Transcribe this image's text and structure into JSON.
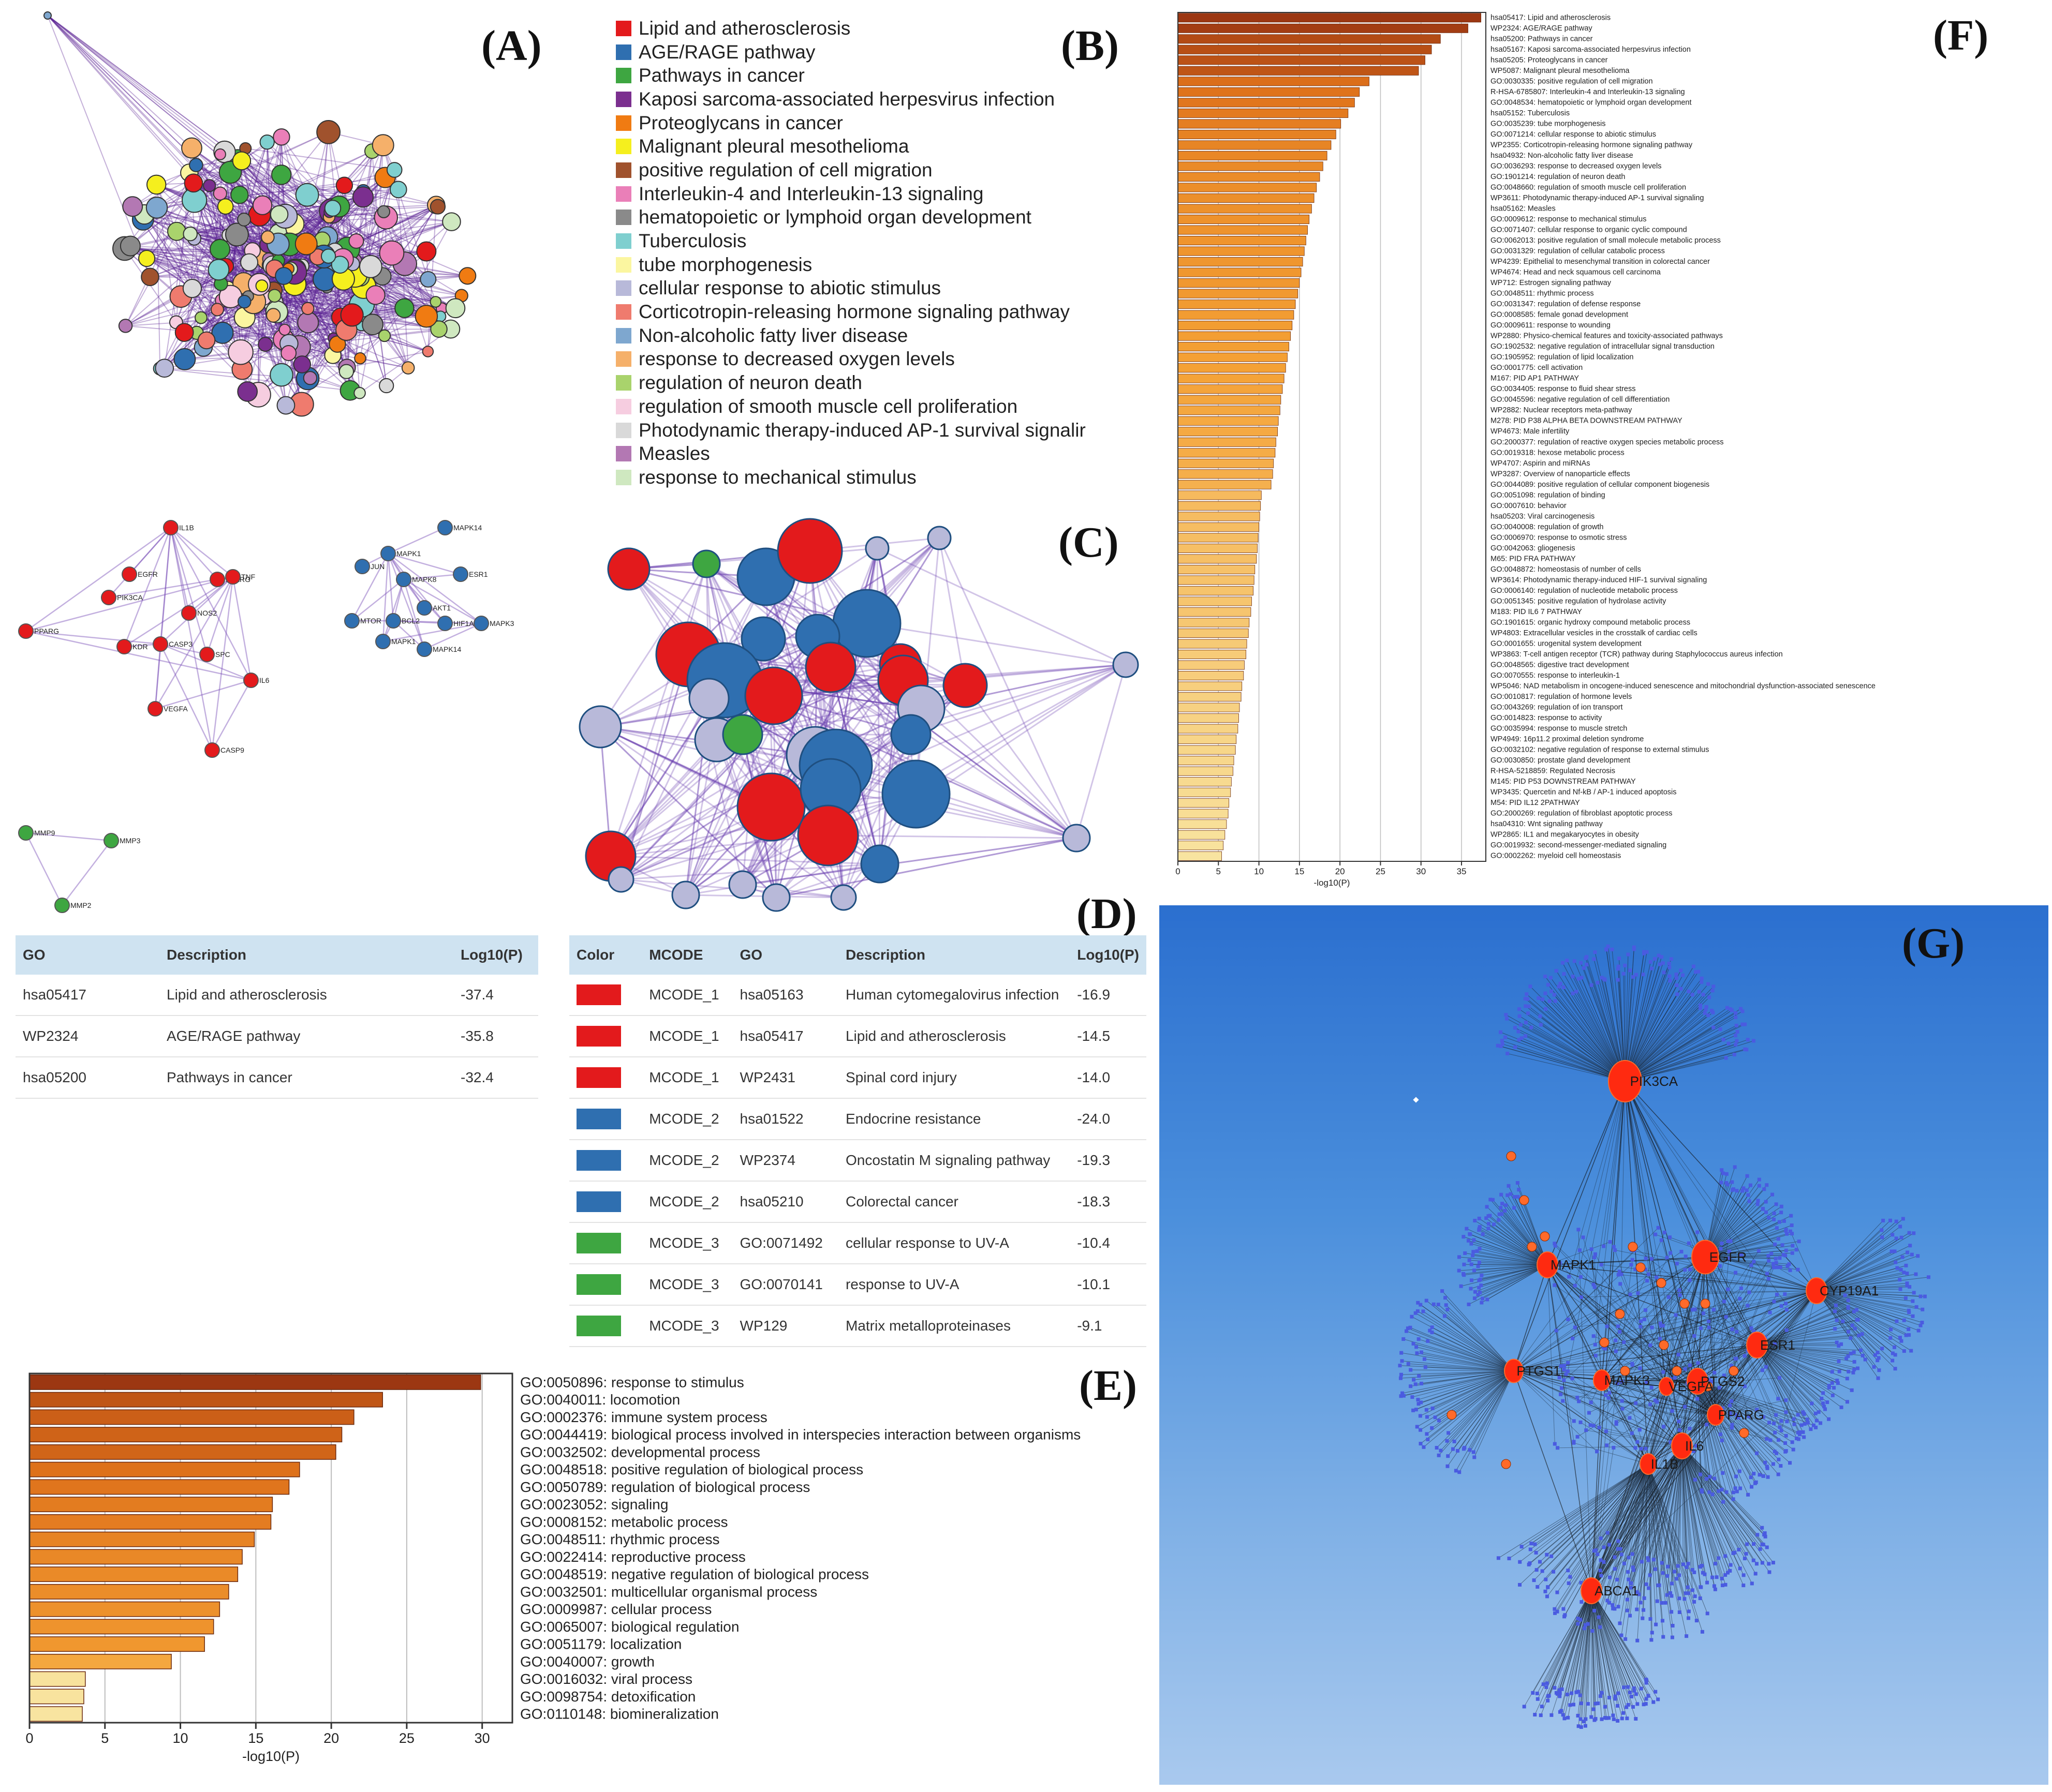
{
  "panels": {
    "A": "(A)",
    "B": "(B)",
    "C": "(C)",
    "D": "(D)",
    "E": "(E)",
    "F": "(F)",
    "G": "(G)"
  },
  "legend_b": [
    {
      "label": "Lipid and atherosclerosis",
      "color": "#e31a1c"
    },
    {
      "label": "AGE/RAGE pathway",
      "color": "#2f6fb0"
    },
    {
      "label": "Pathways in cancer",
      "color": "#3ea641"
    },
    {
      "label": "Kaposi sarcoma-associated herpesvirus infection",
      "color": "#7b2f8f"
    },
    {
      "label": "Proteoglycans in cancer",
      "color": "#f07b12"
    },
    {
      "label": "Malignant pleural mesothelioma",
      "color": "#f5ef1e"
    },
    {
      "label": "positive regulation of cell migration",
      "color": "#a0522d"
    },
    {
      "label": "Interleukin-4 and Interleukin-13 signaling",
      "color": "#ea7fb8"
    },
    {
      "label": "hematopoietic or lymphoid organ development",
      "color": "#8a8a8a"
    },
    {
      "label": "Tuberculosis",
      "color": "#7fcfcf"
    },
    {
      "label": "tube morphogenesis",
      "color": "#fbf6a0"
    },
    {
      "label": "cellular response to abiotic stimulus",
      "color": "#b8b9d9"
    },
    {
      "label": "Corticotropin-releasing hormone signaling pathway",
      "color": "#ef7b6e"
    },
    {
      "label": "Non-alcoholic fatty liver disease",
      "color": "#7ea7cf"
    },
    {
      "label": "response to decreased oxygen levels",
      "color": "#f5b06a"
    },
    {
      "label": "regulation of neuron death",
      "color": "#a9d36c"
    },
    {
      "label": "regulation of smooth muscle cell proliferation",
      "color": "#f6cde0"
    },
    {
      "label": "Photodynamic therapy-induced AP-1 survival signalir",
      "color": "#d9d9d9"
    },
    {
      "label": "Measles",
      "color": "#b378b3"
    },
    {
      "label": "response to mechanical stimulus",
      "color": "#cfe8c0"
    }
  ],
  "mcode_networks": {
    "red": [
      "PPARG",
      "NOS2",
      "TNF",
      "PIK3CA",
      "IL1B",
      "CASP3",
      "EGFR",
      "SPC",
      "IL6",
      "VEGFA",
      "KDR",
      "CASP9"
    ],
    "blue": [
      "MAPK1",
      "MAPK14",
      "JUN",
      "MAPK8",
      "ESR1",
      "AKT1",
      "BCL2",
      "MTOR",
      "HIF1A",
      "MAPK3"
    ],
    "green": [
      "MMP9",
      "MMP3",
      "MMP2"
    ]
  },
  "table_go": {
    "headers": [
      "GO",
      "Description",
      "Log10(P)"
    ],
    "rows": [
      [
        "hsa05417",
        "Lipid and atherosclerosis",
        "-37.4"
      ],
      [
        "WP2324",
        "AGE/RAGE pathway",
        "-35.8"
      ],
      [
        "hsa05200",
        "Pathways in cancer",
        "-32.4"
      ]
    ]
  },
  "table_mcode": {
    "headers": [
      "Color",
      "MCODE",
      "GO",
      "Description",
      "Log10(P)"
    ],
    "rows": [
      {
        "color": "#e31a1c",
        "mcode": "MCODE_1",
        "go": "hsa05163",
        "desc": "Human cytomegalovirus infection",
        "p": "-16.9"
      },
      {
        "color": "#e31a1c",
        "mcode": "MCODE_1",
        "go": "hsa05417",
        "desc": "Lipid and atherosclerosis",
        "p": "-14.5"
      },
      {
        "color": "#e31a1c",
        "mcode": "MCODE_1",
        "go": "WP2431",
        "desc": "Spinal cord injury",
        "p": "-14.0"
      },
      {
        "color": "#2f6fb0",
        "mcode": "MCODE_2",
        "go": "hsa01522",
        "desc": "Endocrine resistance",
        "p": "-24.0"
      },
      {
        "color": "#2f6fb0",
        "mcode": "MCODE_2",
        "go": "WP2374",
        "desc": "Oncostatin M signaling pathway",
        "p": "-19.3"
      },
      {
        "color": "#2f6fb0",
        "mcode": "MCODE_2",
        "go": "hsa05210",
        "desc": "Colorectal cancer",
        "p": "-18.3"
      },
      {
        "color": "#3ea641",
        "mcode": "MCODE_3",
        "go": "GO:0071492",
        "desc": "cellular response to UV-A",
        "p": "-10.4"
      },
      {
        "color": "#3ea641",
        "mcode": "MCODE_3",
        "go": "GO:0070141",
        "desc": "response to UV-A",
        "p": "-10.1"
      },
      {
        "color": "#3ea641",
        "mcode": "MCODE_3",
        "go": "WP129",
        "desc": "Matrix metalloproteinases",
        "p": "-9.1"
      }
    ]
  },
  "chart_data": [
    {
      "id": "E",
      "type": "bar",
      "orientation": "horizontal",
      "xlabel": "-log10(P)",
      "xlim": [
        0,
        32
      ],
      "xticks": [
        0,
        5,
        10,
        15,
        20,
        25,
        30
      ],
      "grid": true,
      "categories": [
        "GO:0050896: response to stimulus",
        "GO:0040011: locomotion",
        "GO:0002376: immune system process",
        "GO:0044419: biological process involved in interspecies interaction between organisms",
        "GO:0032502: developmental process",
        "GO:0048518: positive regulation of biological process",
        "GO:0050789: regulation of biological process",
        "GO:0023052: signaling",
        "GO:0008152: metabolic process",
        "GO:0048511: rhythmic process",
        "GO:0022414: reproductive process",
        "GO:0048519: negative regulation of biological process",
        "GO:0032501: multicellular organismal process",
        "GO:0009987: cellular process",
        "GO:0065007: biological regulation",
        "GO:0051179: localization",
        "GO:0040007: growth",
        "GO:0016032: viral process",
        "GO:0098754: detoxification",
        "GO:0110148: biomineralization"
      ],
      "values": [
        29.9,
        23.4,
        21.5,
        20.7,
        20.3,
        17.9,
        17.2,
        16.1,
        16.0,
        14.9,
        14.1,
        13.8,
        13.2,
        12.6,
        12.2,
        11.6,
        9.4,
        3.7,
        3.6,
        3.5
      ]
    },
    {
      "id": "F",
      "type": "bar",
      "orientation": "horizontal",
      "xlabel": "-log10(P)",
      "xlim": [
        0,
        38
      ],
      "xticks": [
        0,
        5,
        10,
        15,
        20,
        25,
        30,
        35
      ],
      "grid": true,
      "categories": [
        "hsa05417: Lipid and atherosclerosis",
        "WP2324: AGE/RAGE pathway",
        "hsa05200: Pathways in cancer",
        "hsa05167: Kaposi sarcoma-associated herpesvirus infection",
        "hsa05205: Proteoglycans in cancer",
        "WP5087: Malignant pleural mesothelioma",
        "GO:0030335: positive regulation of cell migration",
        "R-HSA-6785807: Interleukin-4 and Interleukin-13 signaling",
        "GO:0048534: hematopoietic or lymphoid organ development",
        "hsa05152: Tuberculosis",
        "GO:0035239: tube morphogenesis",
        "GO:0071214: cellular response to abiotic stimulus",
        "WP2355: Corticotropin-releasing hormone signaling pathway",
        "hsa04932: Non-alcoholic fatty liver disease",
        "GO:0036293: response to decreased oxygen levels",
        "GO:1901214: regulation of neuron death",
        "GO:0048660: regulation of smooth muscle cell proliferation",
        "WP3611: Photodynamic therapy-induced AP-1 survival signaling",
        "hsa05162: Measles",
        "GO:0009612: response to mechanical stimulus",
        "GO:0071407: cellular response to organic cyclic compound",
        "GO:0062013: positive regulation of small molecule metabolic process",
        "GO:0031329: regulation of cellular catabolic process",
        "WP4239: Epithelial to mesenchymal transition in colorectal cancer",
        "WP4674: Head and neck squamous cell carcinoma",
        "WP712: Estrogen signaling pathway",
        "GO:0048511: rhythmic process",
        "GO:0031347: regulation of defense response",
        "GO:0008585: female gonad development",
        "GO:0009611: response to wounding",
        "WP2880: Physico-chemical features and toxicity-associated pathways",
        "GO:1902532: negative regulation of intracellular signal transduction",
        "GO:1905952: regulation of lipid localization",
        "GO:0001775: cell activation",
        "M167: PID AP1 PATHWAY",
        "GO:0034405: response to fluid shear stress",
        "GO:0045596: negative regulation of cell differentiation",
        "WP2882: Nuclear receptors meta-pathway",
        "M278: PID P38 ALPHA BETA DOWNSTREAM PATHWAY",
        "WP4673: Male infertility",
        "GO:2000377: regulation of reactive oxygen species metabolic process",
        "GO:0019318: hexose metabolic process",
        "WP4707: Aspirin and miRNAs",
        "WP3287: Overview of nanoparticle effects",
        "GO:0044089: positive regulation of cellular component biogenesis",
        "GO:0051098: regulation of binding",
        "GO:0007610: behavior",
        "hsa05203: Viral carcinogenesis",
        "GO:0040008: regulation of growth",
        "GO:0006970: response to osmotic stress",
        "GO:0042063: gliogenesis",
        "M65: PID FRA PATHWAY",
        "GO:0048872: homeostasis of number of cells",
        "WP3614: Photodynamic therapy-induced HIF-1 survival signaling",
        "GO:0006140: regulation of nucleotide metabolic process",
        "GO:0051345: positive regulation of hydrolase activity",
        "M183: PID IL6 7 PATHWAY",
        "GO:1901615: organic hydroxy compound metabolic process",
        "WP4803: Extracellular vesicles in the crosstalk of cardiac cells",
        "GO:0001655: urogenital system development",
        "WP3863: T-cell antigen receptor (TCR) pathway during Staphylococcus aureus infection",
        "GO:0048565: digestive tract development",
        "GO:0070555: response to interleukin-1",
        "WP5046: NAD metabolism in oncogene-induced senescence and mitochondrial dysfunction-associated senescence",
        "GO:0010817: regulation of hormone levels",
        "GO:0043269: regulation of ion transport",
        "GO:0014823: response to activity",
        "GO:0035994: response to muscle stretch",
        "WP4949: 16p11.2 proximal deletion syndrome",
        "GO:0032102: negative regulation of response to external stimulus",
        "GO:0030850: prostate gland development",
        "R-HSA-5218859: Regulated Necrosis",
        "M145: PID P53 DOWNSTREAM PATHWAY",
        "WP3435: Quercetin and Nf-kB / AP-1 induced apoptosis",
        "M54: PID IL12 2PATHWAY",
        "GO:2000269: regulation of fibroblast apoptotic process",
        "hsa04310: Wnt signaling pathway",
        "WP2865: IL1 and megakaryocytes in obesity",
        "GO:0019932: second-messenger-mediated signaling",
        "GO:0002262: myeloid cell homeostasis"
      ],
      "values": [
        37.4,
        35.8,
        32.4,
        31.3,
        30.5,
        29.7,
        23.6,
        22.4,
        21.8,
        21.0,
        20.1,
        19.5,
        18.9,
        18.4,
        17.9,
        17.5,
        17.1,
        16.8,
        16.5,
        16.2,
        16.0,
        15.8,
        15.6,
        15.4,
        15.2,
        15.0,
        14.8,
        14.5,
        14.3,
        14.1,
        13.9,
        13.7,
        13.5,
        13.3,
        13.1,
        12.9,
        12.7,
        12.6,
        12.4,
        12.3,
        12.1,
        12.0,
        11.8,
        11.7,
        11.5,
        10.3,
        10.2,
        10.1,
        10.0,
        9.9,
        9.8,
        9.7,
        9.5,
        9.4,
        9.3,
        9.1,
        9.0,
        8.8,
        8.7,
        8.5,
        8.4,
        8.2,
        8.1,
        7.9,
        7.8,
        7.6,
        7.5,
        7.4,
        7.2,
        7.1,
        6.9,
        6.8,
        6.6,
        6.5,
        6.3,
        6.2,
        6.0,
        5.8,
        5.6,
        5.4
      ]
    }
  ],
  "network_g": {
    "hubs": [
      "PIK3CA",
      "EGFR",
      "MAPK1",
      "CYP19A1",
      "ESR1",
      "PTGS2",
      "PTGS1",
      "MAPK3",
      "PPARG",
      "IL6",
      "IL1B",
      "ABCA1",
      "VEGFA"
    ]
  },
  "colors": {
    "red": "#e31a1c",
    "blue": "#2f6fb0",
    "green": "#3ea641",
    "purple": "#5a1f92",
    "table_header": "#cfe3f1"
  }
}
